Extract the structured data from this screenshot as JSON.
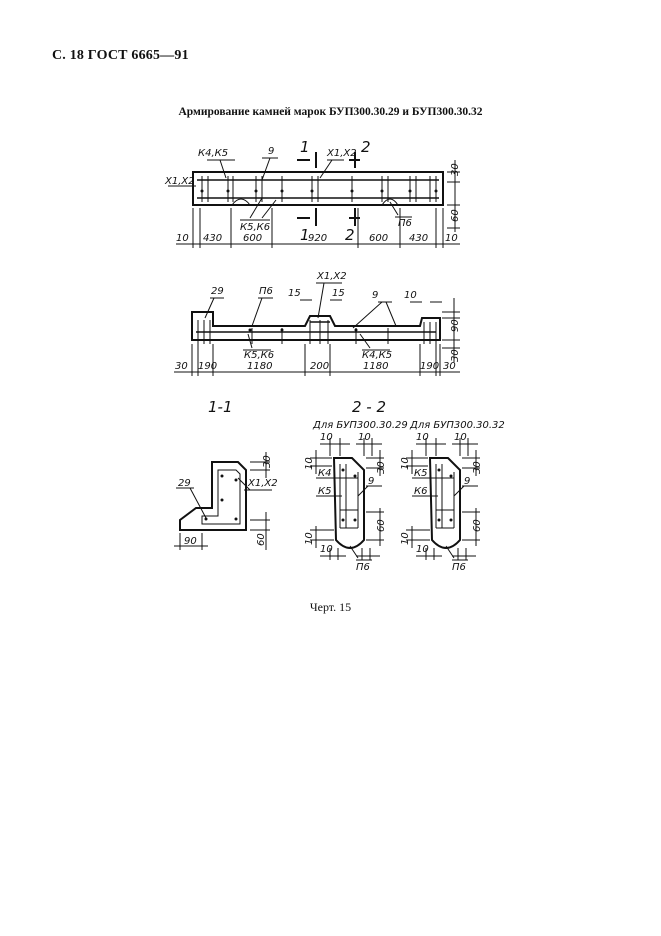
{
  "header": "С. 18 ГОСТ 6665—91",
  "title": "Армирование камней марок БУП300.30.29 и БУП300.30.32",
  "caption": "Черт. 15",
  "elevation": {
    "labels": {
      "k4k5": "К4,К5",
      "g": "9",
      "cut1": "1",
      "x1x2_top": "Х1,Х2",
      "cut2": "2",
      "x1x2_left": "Х1,Х2",
      "k5k6": "К5,К6",
      "p6": "П6",
      "dim30": "30",
      "dim60": "60"
    },
    "dims": [
      "10",
      "430",
      "600",
      "920",
      "600",
      "430",
      "10"
    ]
  },
  "plan": {
    "labels": {
      "l29": "29",
      "p6": "П6",
      "x1x2": "Х1,Х2",
      "d15a": "15",
      "d15b": "15",
      "l9": "9",
      "d10": "10",
      "d90": "90",
      "d30": "30",
      "k5k6": "К5,К6",
      "k4k5": "К4,К5"
    },
    "dims": [
      "30",
      "190",
      "1180",
      "200",
      "1180",
      "190",
      "30"
    ]
  },
  "section_1_1": {
    "title": "1-1",
    "labels": {
      "d30": "30",
      "x1x2": "Х1,Х2",
      "l29": "29",
      "d90": "90",
      "d60": "60"
    }
  },
  "section_2_2": {
    "title": "2 - 2",
    "left": {
      "caption": "Для БУП300.30.29",
      "labels": {
        "d10a": "10",
        "d10b": "10",
        "d30": "30",
        "k4": "К4",
        "k5": "К5",
        "l9": "9",
        "d60": "60",
        "d10c": "10",
        "d10d": "10",
        "d10e": "10",
        "p6": "П6"
      }
    },
    "right": {
      "caption": "Для БУП300.30.32",
      "labels": {
        "d10a": "10",
        "d10b": "10",
        "d30": "30",
        "k5": "К5",
        "k6": "К6",
        "l9": "9",
        "d60": "60",
        "d10c": "10",
        "d10d": "10",
        "d10e": "10",
        "p6": "П6"
      }
    }
  }
}
